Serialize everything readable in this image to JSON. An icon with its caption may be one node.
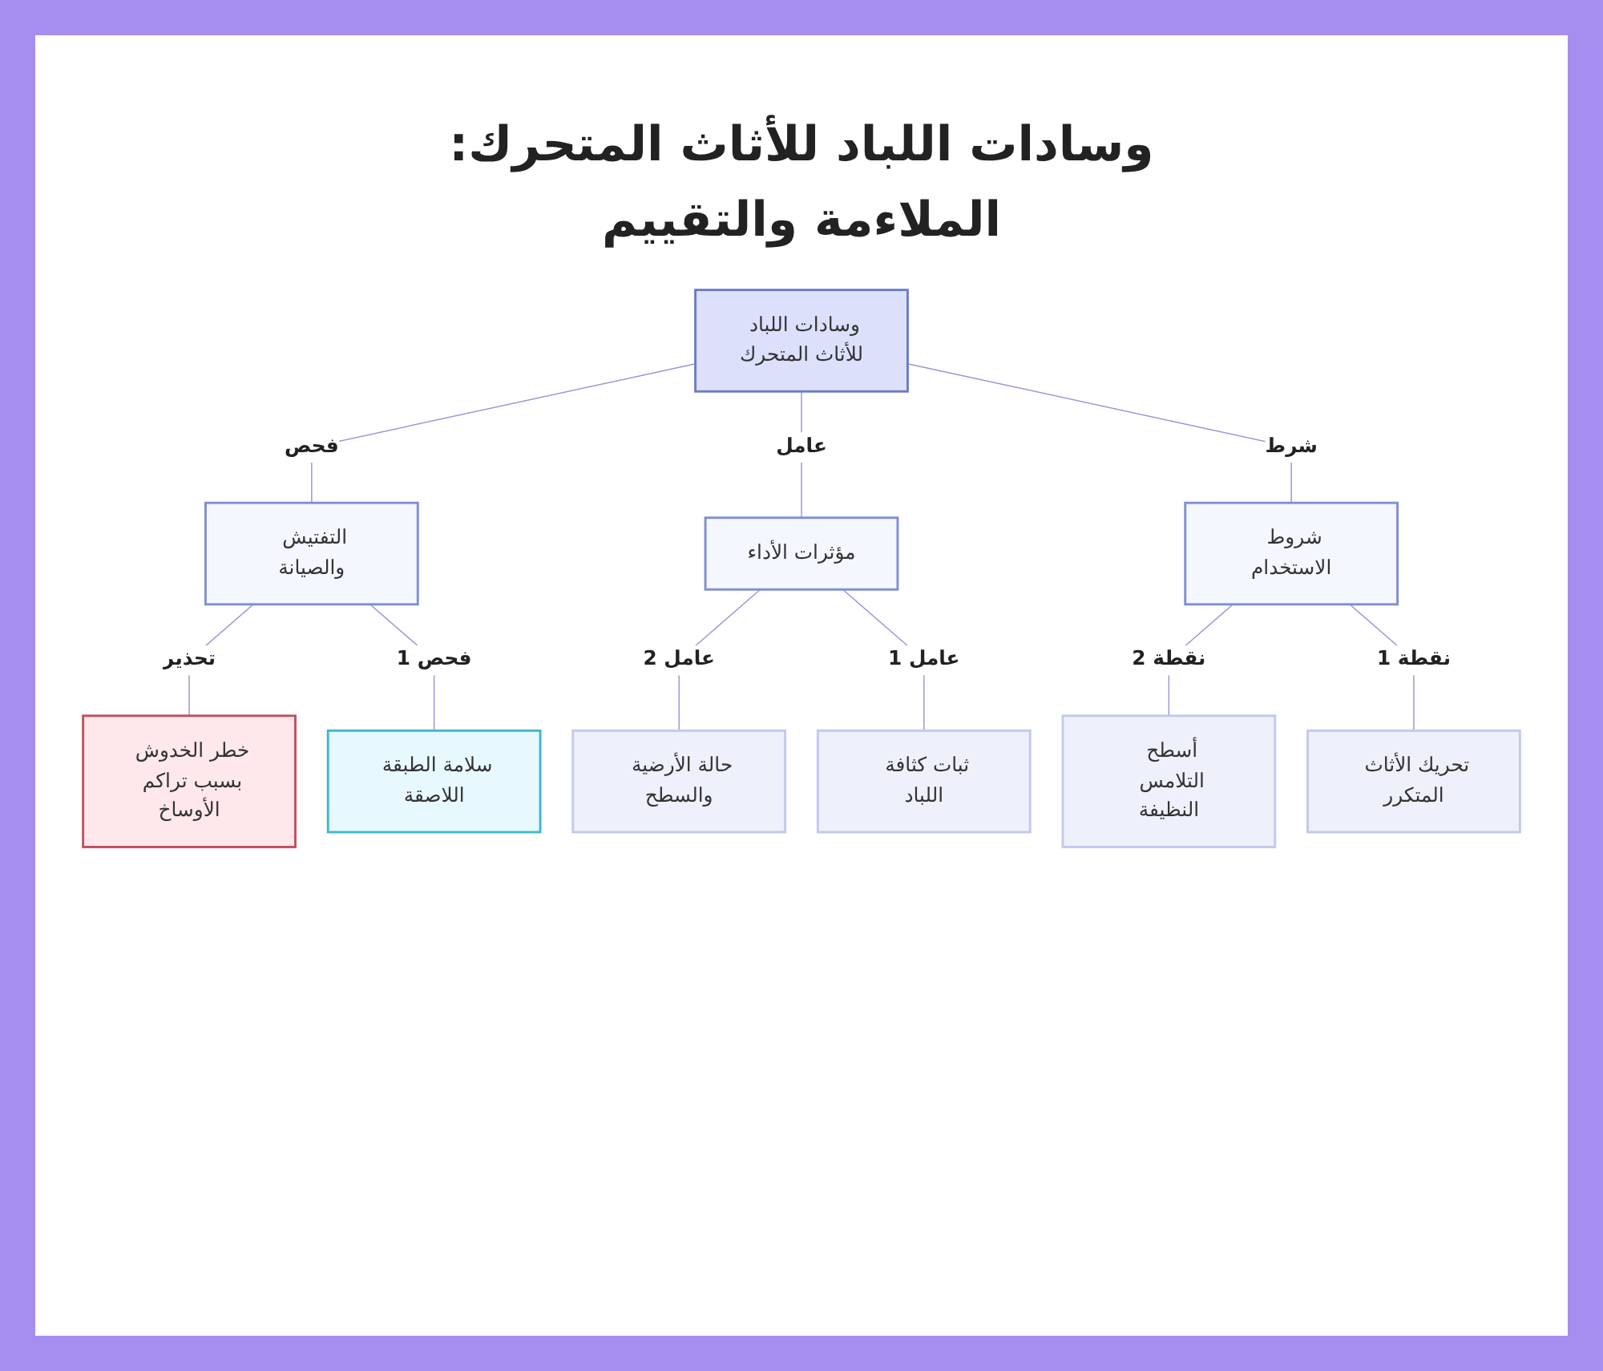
{
  "diagram": {
    "title": "وسادات اللباد للأثاث المتحرك: الملاءمة والتقييم",
    "nodes": [
      {
        "text": [
          "وسادات اللباد للأثاث المتحرك"
        ]
      },
      {
        "text": [
          "التفتيش والصيانة"
        ]
      },
      {
        "text": [
          "مؤثرات الأداء"
        ]
      },
      {
        "text": [
          "شروط الاستخدام"
        ]
      },
      {
        "text": [
          "خطر الخدوش بسبب تراكم الأوساخ"
        ]
      },
      {
        "text": [
          "سلامة الطبقة اللاصقة"
        ]
      },
      {
        "text": [
          "حالة الأرضية والسطح"
        ]
      },
      {
        "text": [
          "ثبات كثافة اللباد"
        ]
      },
      {
        "text": [
          "أسطح التلامس النظيفة"
        ]
      },
      {
        "text": [
          "تحريك الأثاث المتكرر"
        ]
      }
    ],
    "edges": [
      {
        "from": 0,
        "to": 1,
        "arrow": "none",
        "label": "فحص"
      },
      {
        "from": 0,
        "to": 2,
        "arrow": "none",
        "label": "عامل"
      },
      {
        "from": 0,
        "to": 3,
        "arrow": "none",
        "label": "شرط"
      },
      {
        "from": 1,
        "to": 4,
        "arrow": "none",
        "label": "تحذير"
      },
      {
        "from": 1,
        "to": 5,
        "arrow": "none",
        "label": "فحص 1"
      },
      {
        "from": 2,
        "to": 6,
        "arrow": "none",
        "label": "عامل 2"
      },
      {
        "from": 2,
        "to": 7,
        "arrow": "none",
        "label": "عامل 1"
      },
      {
        "from": 3,
        "to": 8,
        "arrow": "none",
        "label": "نقطة 2"
      },
      {
        "from": 3,
        "to": 9,
        "arrow": "none",
        "label": "نقطة 1"
      }
    ]
  }
}
